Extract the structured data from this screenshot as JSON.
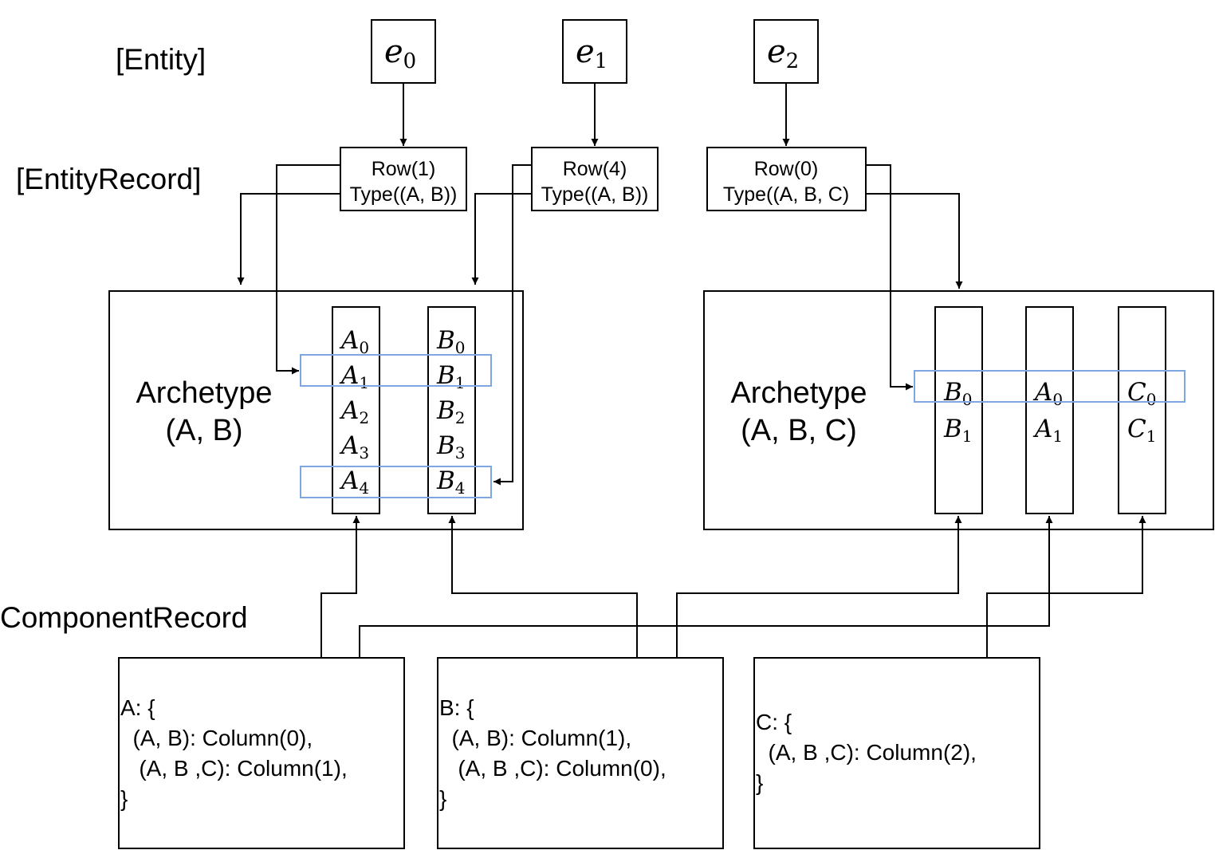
{
  "layer_labels": {
    "entity": "[Entity]",
    "entity_record": "[EntityRecord]",
    "component_record": "ComponentRecord"
  },
  "entities": [
    {
      "base": "e",
      "sub": "0"
    },
    {
      "base": "e",
      "sub": "1"
    },
    {
      "base": "e",
      "sub": "2"
    }
  ],
  "entity_records": [
    {
      "row": "Row(1)",
      "type": "Type((A, B))"
    },
    {
      "row": "Row(4)",
      "type": "Type((A, B))"
    },
    {
      "row": "Row(0)",
      "type": "Type((A, B, C)"
    }
  ],
  "archetypes": [
    {
      "title_line1": "Archetype",
      "title_line2": "(A, B)",
      "columns": [
        {
          "name": "A",
          "cells": [
            {
              "base": "A",
              "sub": "0"
            },
            {
              "base": "A",
              "sub": "1"
            },
            {
              "base": "A",
              "sub": "2"
            },
            {
              "base": "A",
              "sub": "3"
            },
            {
              "base": "A",
              "sub": "4"
            }
          ]
        },
        {
          "name": "B",
          "cells": [
            {
              "base": "B",
              "sub": "0"
            },
            {
              "base": "B",
              "sub": "1"
            },
            {
              "base": "B",
              "sub": "2"
            },
            {
              "base": "B",
              "sub": "3"
            },
            {
              "base": "B",
              "sub": "4"
            }
          ]
        }
      ]
    },
    {
      "title_line1": "Archetype",
      "title_line2": "(A, B, C)",
      "columns": [
        {
          "name": "B",
          "cells": [
            {
              "base": "B",
              "sub": "0"
            },
            {
              "base": "B",
              "sub": "1"
            }
          ]
        },
        {
          "name": "A",
          "cells": [
            {
              "base": "A",
              "sub": "0"
            },
            {
              "base": "A",
              "sub": "1"
            }
          ]
        },
        {
          "name": "C",
          "cells": [
            {
              "base": "C",
              "sub": "0"
            },
            {
              "base": "C",
              "sub": "1"
            }
          ]
        }
      ]
    }
  ],
  "component_records": [
    {
      "lines": [
        "A: {",
        "  (A, B): Column(0),",
        "   (A, B ,C): Column(1),",
        "}"
      ]
    },
    {
      "lines": [
        "B: {",
        "  (A, B): Column(1),",
        "   (A, B ,C): Column(0),",
        "}"
      ]
    },
    {
      "lines": [
        "C: {",
        "  (A, B ,C): Column(2),",
        "}"
      ]
    }
  ],
  "colors": {
    "stroke": "#000000",
    "highlight": "#7EA6E0",
    "background": "#ffffff"
  }
}
